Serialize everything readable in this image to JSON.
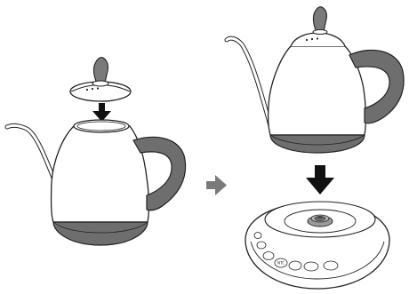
{
  "diagram": {
    "step1": {
      "lid": {
        "icon": "kettle-lid"
      },
      "arrow": {
        "icon": "arrow-down",
        "color": "#111111"
      },
      "kettle": {
        "icon": "gooseneck-kettle",
        "handle_color": "#6e6e6e",
        "base_color": "#6e6e6e"
      }
    },
    "transition_arrow": {
      "icon": "arrow-right",
      "color": "#7a7a7a"
    },
    "step2": {
      "kettle": {
        "icon": "gooseneck-kettle-with-lid",
        "handle_color": "#6e6e6e"
      },
      "arrow": {
        "icon": "arrow-down",
        "color": "#111111"
      },
      "base": {
        "icon": "heating-base",
        "button_labels": [
          "",
          "",
          "",
          "NTC",
          "",
          "",
          ""
        ]
      }
    }
  }
}
